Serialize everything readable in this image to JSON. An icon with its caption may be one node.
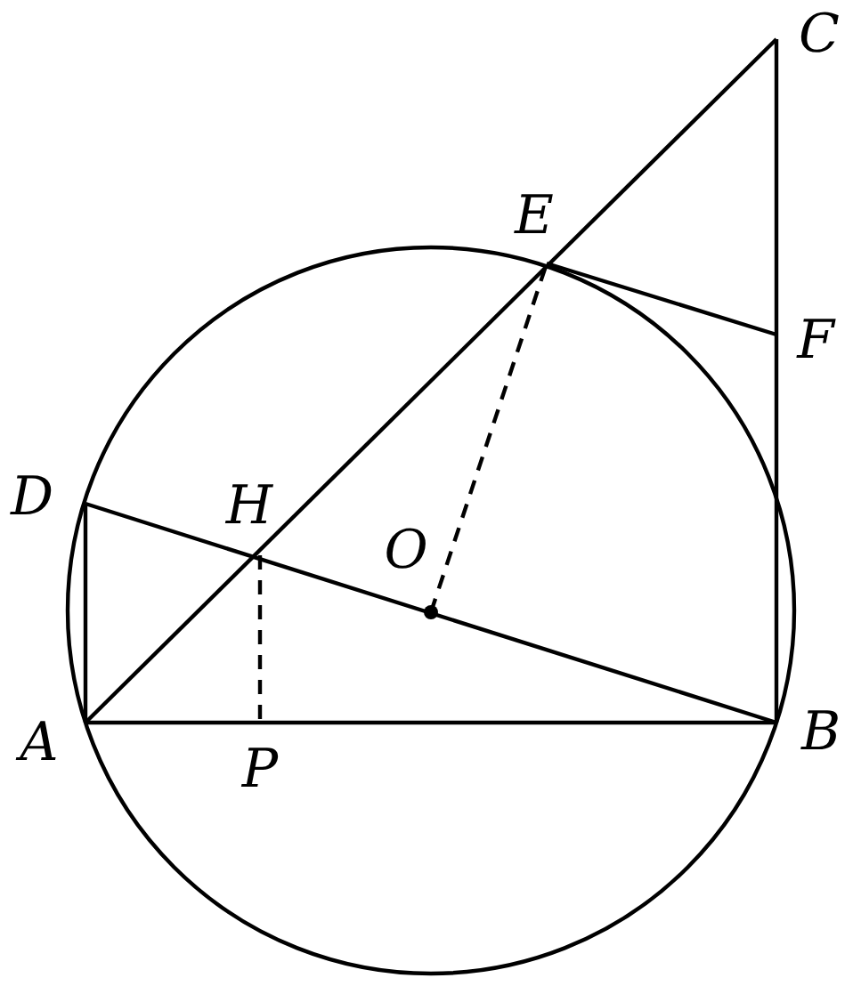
{
  "diagram": {
    "labels": [
      "C",
      "E",
      "F",
      "D",
      "H",
      "O",
      "A",
      "P",
      "B"
    ]
  }
}
